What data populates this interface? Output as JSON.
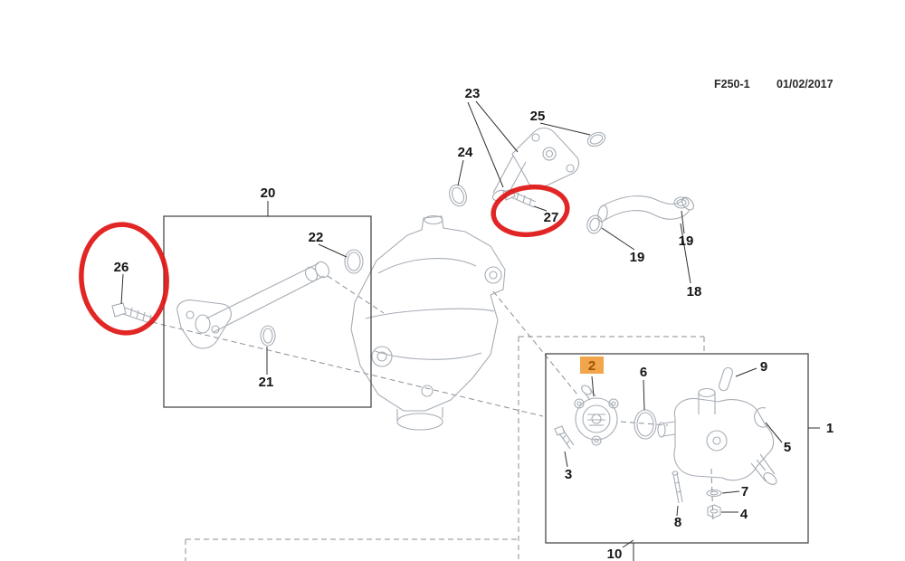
{
  "header": {
    "doc_ref": "F250-1",
    "date": "01/02/2017"
  },
  "labels": {
    "part_1": "1",
    "part_2": "2",
    "part_3": "3",
    "part_4": "4",
    "part_5": "5",
    "part_6": "6",
    "part_7": "7",
    "part_8": "8",
    "part_9": "9",
    "part_10": "10",
    "part_18": "18",
    "part_19a": "19",
    "part_19b": "19",
    "part_20": "20",
    "part_21": "21",
    "part_22": "22",
    "part_23": "23",
    "part_24": "24",
    "part_25": "25",
    "part_26": "26",
    "part_27": "27"
  },
  "annotations": {
    "circled_parts": [
      "26",
      "27"
    ],
    "highlighted_part": "2"
  },
  "colors": {
    "annotation_red": "#e01313",
    "highlight_orange": "#f2a64b",
    "highlight_text": "#9c5400",
    "line_gray": "#a6adb5",
    "label_color": "#151515"
  }
}
